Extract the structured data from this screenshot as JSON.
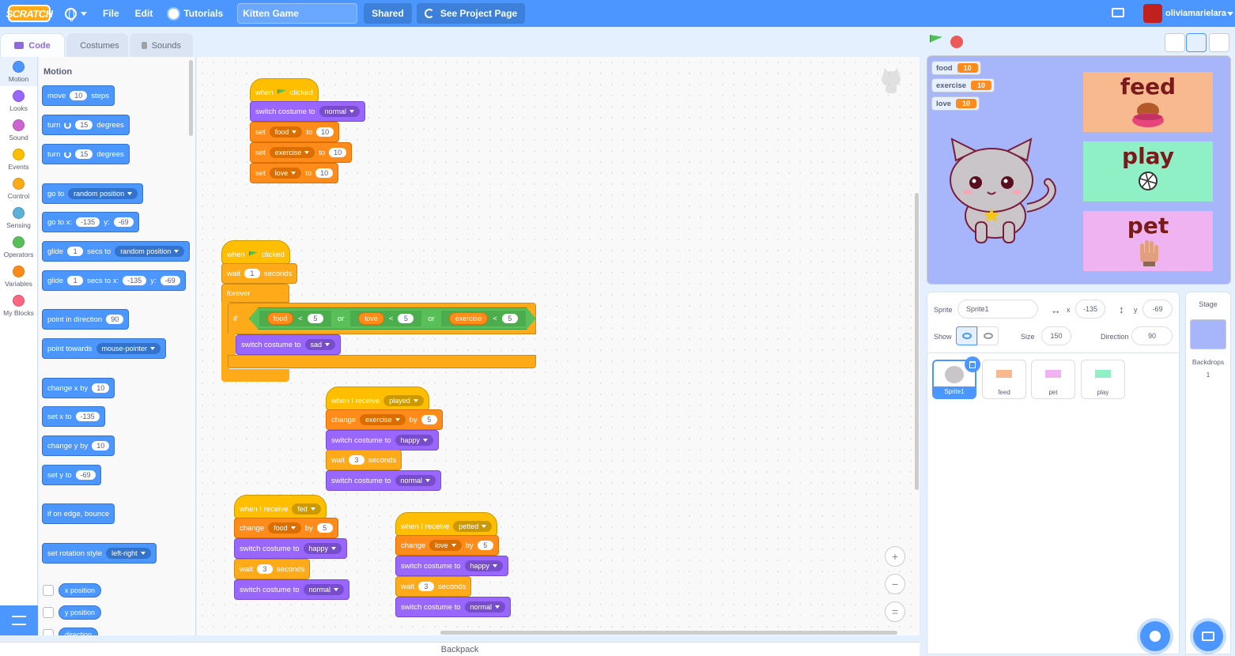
{
  "menubar": {
    "logo": "SCRATCH",
    "file": "File",
    "edit": "Edit",
    "tutorials": "Tutorials",
    "project_title": "Kitten Game",
    "shared": "Shared",
    "see_project": "See Project Page",
    "username": "oliviamarielara"
  },
  "tabs": {
    "code": "Code",
    "costumes": "Costumes",
    "sounds": "Sounds"
  },
  "categories": [
    {
      "label": "Motion",
      "color": "#4c97ff"
    },
    {
      "label": "Looks",
      "color": "#9966ff"
    },
    {
      "label": "Sound",
      "color": "#cf63cf"
    },
    {
      "label": "Events",
      "color": "#ffbf00"
    },
    {
      "label": "Control",
      "color": "#ffab19"
    },
    {
      "label": "Sensing",
      "color": "#5cb1d6"
    },
    {
      "label": "Operators",
      "color": "#59c059"
    },
    {
      "label": "Variables",
      "color": "#ff8c1a"
    },
    {
      "label": "My Blocks",
      "color": "#ff6680"
    }
  ],
  "palette": {
    "title": "Motion",
    "move": {
      "a": "move",
      "v": "10",
      "b": "steps"
    },
    "turn_r": {
      "a": "turn",
      "v": "15",
      "b": "degrees"
    },
    "turn_l": {
      "a": "turn",
      "v": "15",
      "b": "degrees"
    },
    "goto": {
      "a": "go to",
      "d": "random position"
    },
    "gotoxy": {
      "a": "go to x:",
      "x": "-135",
      "b": "y:",
      "y": "-69"
    },
    "glide1": {
      "a": "glide",
      "v": "1",
      "b": "secs to",
      "d": "random position"
    },
    "glide2": {
      "a": "glide",
      "v": "1",
      "b": "secs to x:",
      "x": "-135",
      "c": "y:",
      "y": "-69"
    },
    "pointdir": {
      "a": "point in direction",
      "v": "90"
    },
    "pointtow": {
      "a": "point towards",
      "d": "mouse-pointer"
    },
    "changex": {
      "a": "change x by",
      "v": "10"
    },
    "setx": {
      "a": "set x to",
      "v": "-135"
    },
    "changey": {
      "a": "change y by",
      "v": "10"
    },
    "sety": {
      "a": "set y to",
      "v": "-69"
    },
    "bounce": "if on edge, bounce",
    "rotstyle": {
      "a": "set rotation style",
      "d": "left-right"
    },
    "xpos": "x position",
    "ypos": "y position",
    "dir": "direction"
  },
  "scripts": {
    "s1": {
      "when": "when",
      "clicked": "clicked",
      "costume": {
        "a": "switch costume to",
        "d": "normal"
      },
      "set1": {
        "a": "set",
        "d": "food",
        "b": "to",
        "v": "10"
      },
      "set2": {
        "a": "set",
        "d": "exercise",
        "b": "to",
        "v": "10"
      },
      "set3": {
        "a": "set",
        "d": "love",
        "b": "to",
        "v": "10"
      }
    },
    "s2": {
      "when": "when",
      "clicked": "clicked",
      "wait": {
        "a": "wait",
        "v": "1",
        "b": "seconds"
      },
      "forever": "forever",
      "if": "if",
      "then": "then",
      "c1": {
        "var": "food",
        "op": "<",
        "v": "5"
      },
      "or1": "or",
      "c2": {
        "var": "love",
        "op": "<",
        "v": "5"
      },
      "or2": "or",
      "c3": {
        "var": "exercise",
        "op": "<",
        "v": "5"
      },
      "costume": {
        "a": "switch costume to",
        "d": "sad"
      }
    },
    "s3": {
      "recv": {
        "a": "when I receive",
        "d": "played"
      },
      "change": {
        "a": "change",
        "d": "exercise",
        "b": "by",
        "v": "5"
      },
      "costume1": {
        "a": "switch costume to",
        "d": "happy"
      },
      "wait": {
        "a": "wait",
        "v": "3",
        "b": "seconds"
      },
      "costume2": {
        "a": "switch costume to",
        "d": "normal"
      }
    },
    "s4": {
      "recv": {
        "a": "when I receive",
        "d": "fed"
      },
      "change": {
        "a": "change",
        "d": "food",
        "b": "by",
        "v": "5"
      },
      "costume1": {
        "a": "switch costume to",
        "d": "happy"
      },
      "wait": {
        "a": "wait",
        "v": "3",
        "b": "seconds"
      },
      "costume2": {
        "a": "switch costume to",
        "d": "normal"
      }
    },
    "s5": {
      "recv": {
        "a": "when I receive",
        "d": "petted"
      },
      "change": {
        "a": "change",
        "d": "love",
        "b": "by",
        "v": "5"
      },
      "costume1": {
        "a": "switch costume to",
        "d": "happy"
      },
      "wait": {
        "a": "wait",
        "v": "3",
        "b": "seconds"
      },
      "costume2": {
        "a": "switch costume to",
        "d": "normal"
      }
    }
  },
  "zoom": {
    "in": "+",
    "out": "−",
    "reset": "="
  },
  "backpack": "Backpack",
  "stage": {
    "monitors": [
      {
        "name": "food",
        "value": "10"
      },
      {
        "name": "exercise",
        "value": "10"
      },
      {
        "name": "love",
        "value": "10"
      }
    ],
    "buttons": [
      {
        "label": "feed",
        "bg": "#f9b98f"
      },
      {
        "label": "play",
        "bg": "#8ff0c6"
      },
      {
        "label": "pet",
        "bg": "#eeb3f0"
      }
    ]
  },
  "sprite_info": {
    "sprite_label": "Sprite",
    "sprite_name": "Sprite1",
    "x_label": "x",
    "x": "-135",
    "y_label": "y",
    "y": "-69",
    "show_label": "Show",
    "size_label": "Size",
    "size": "150",
    "direction_label": "Direction",
    "direction": "90"
  },
  "sprites": [
    {
      "name": "Sprite1"
    },
    {
      "name": "feed"
    },
    {
      "name": "pet"
    },
    {
      "name": "play"
    }
  ],
  "stage_target": {
    "title": "Stage",
    "backdrops_label": "Backdrops",
    "backdrops_count": "1"
  }
}
